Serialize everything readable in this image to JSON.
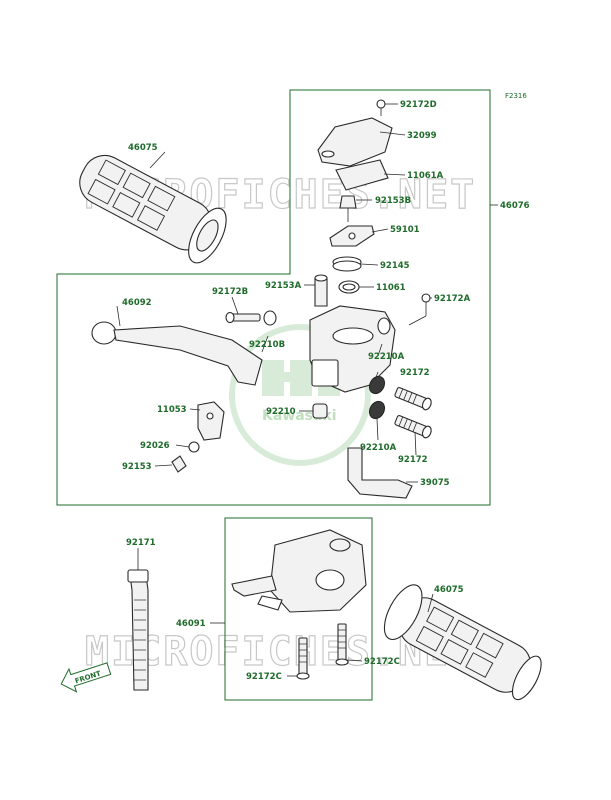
{
  "figure_code": "F2316",
  "watermark": {
    "text": "MICROFICHES.NET"
  },
  "logo": {
    "text": "Kawasaki"
  },
  "front_label": "FRONT",
  "parts": {
    "p92172D": "92172D",
    "p32099": "32099",
    "p11061A": "11061A",
    "p92153B": "92153B",
    "p46076": "46076",
    "p59101": "59101",
    "p92145": "92145",
    "p11061": "11061",
    "p92172A": "92172A",
    "p92153A": "92153A",
    "p92172B": "92172B",
    "p46092": "46092",
    "p46075_top": "46075",
    "p92210B": "92210B",
    "p92210A_1": "92210A",
    "p92172_1": "92172",
    "p11053": "11053",
    "p92210": "92210",
    "p92026": "92026",
    "p92210A_2": "92210A",
    "p92172_2": "92172",
    "p92153": "92153",
    "p39075": "39075",
    "p92171": "92171",
    "p46091": "46091",
    "p92172C_1": "92172C",
    "p92172C_2": "92172C",
    "p46075_bottom": "46075"
  }
}
